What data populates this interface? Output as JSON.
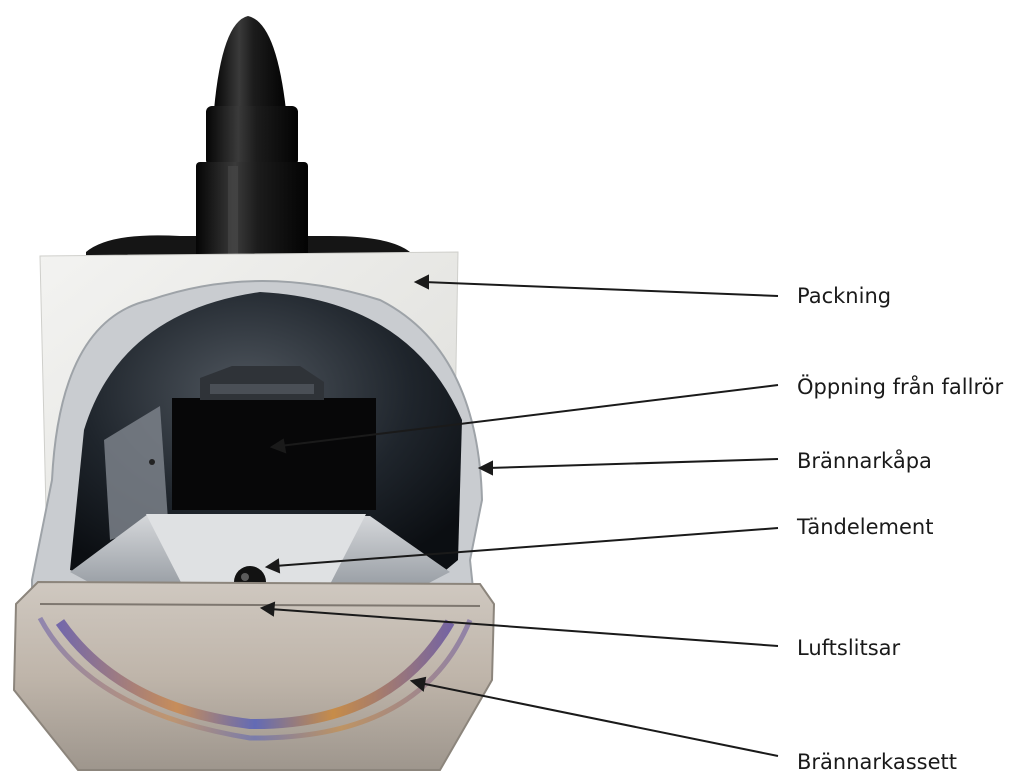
{
  "labels": [
    "Packning",
    "Öppning från fallrör",
    "Brännarkåpa",
    "Tändelement",
    "Luftslitsar",
    "Brännarkassett"
  ]
}
